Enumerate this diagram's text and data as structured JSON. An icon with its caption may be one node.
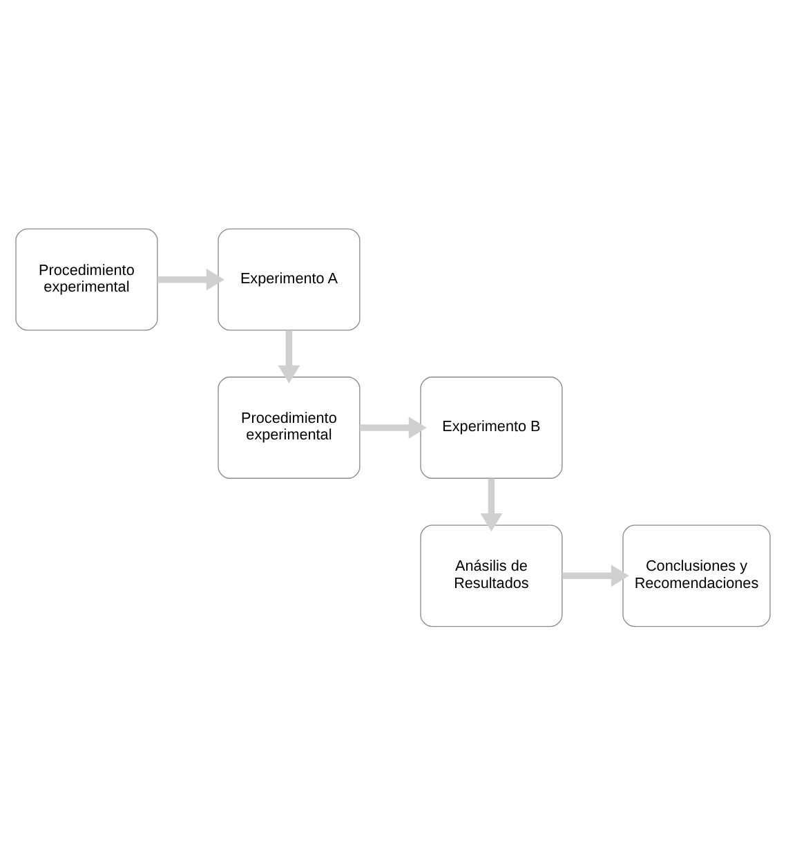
{
  "diagram": {
    "nodes": [
      {
        "text": [
          "Procedimiento experimental"
        ]
      },
      {
        "text": [
          "Experimento A"
        ]
      },
      {
        "text": [
          "Experimento B"
        ]
      },
      {
        "text": [
          "Procedimiento experimental"
        ]
      },
      {
        "text": [
          "Anásilis de Resultados"
        ]
      },
      {
        "text": [
          "Conclusiones y Recomendaciones"
        ]
      }
    ],
    "edges": [
      {
        "from": 0,
        "to": 1,
        "arrow": "to"
      },
      {
        "from": 1,
        "to": 3,
        "arrow": "to"
      },
      {
        "from": 3,
        "to": 2,
        "arrow": "to"
      },
      {
        "from": 2,
        "to": 4,
        "arrow": "to"
      },
      {
        "from": 4,
        "to": 5,
        "arrow": "to"
      }
    ]
  }
}
